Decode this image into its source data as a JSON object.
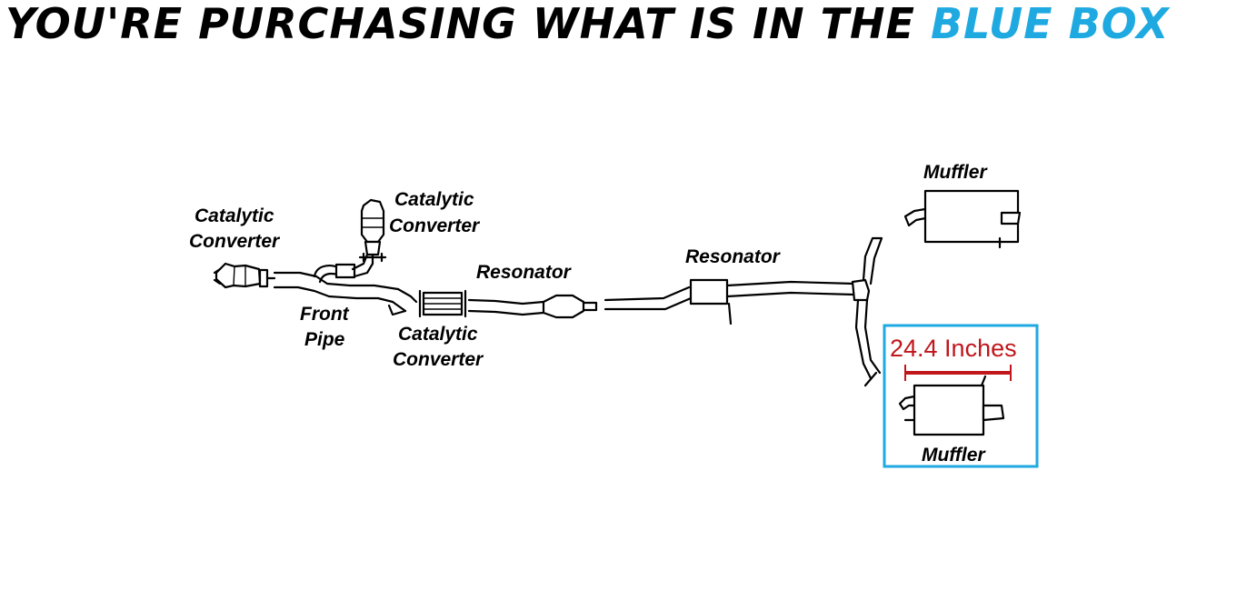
{
  "headline": {
    "text": "YOU'RE PURCHASING WHAT IS IN THE",
    "accent_text": "BLUE BOX"
  },
  "colors": {
    "accent": "#1fa9e1",
    "highlight_box": "#1fa9e1",
    "dimension": "#c0161c",
    "ink": "#000000"
  },
  "labels": {
    "cat_left_line1": "Catalytic",
    "cat_left_line2": "Converter",
    "cat_top_line1": "Catalytic",
    "cat_top_line2": "Converter",
    "front_pipe_line1": "Front",
    "front_pipe_line2": "Pipe",
    "cat_lower_line1": "Catalytic",
    "cat_lower_line2": "Converter",
    "resonator_1": "Resonator",
    "resonator_2": "Resonator",
    "muffler_top": "Muffler",
    "muffler_boxed": "Muffler"
  },
  "dimension": {
    "text": "24.4 Inches"
  }
}
